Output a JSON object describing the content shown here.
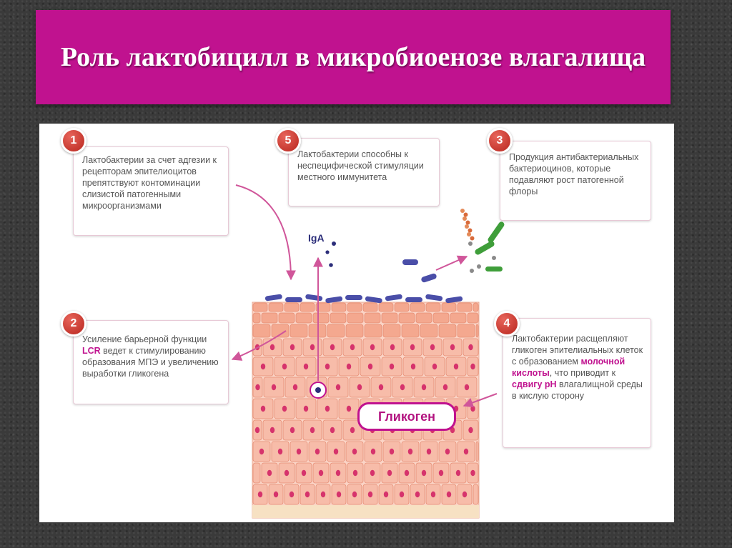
{
  "title": "Роль лактобицилл в микробиоенозе влагалища",
  "cards": [
    {
      "num": "1",
      "text": "Лактобактерии за счет адгезии к рецепторам эпителиоцитов препятствуют контоминации слизистой патогенными микроорганизмами"
    },
    {
      "num": "5",
      "text": "Лактобактерии способны к неспецифической стимуляции местного иммунитета"
    },
    {
      "num": "3",
      "text": "Продукция антибактериальных бактериоцинов, которые подавляют рост патогенной флоры"
    },
    {
      "num": "2",
      "text_a": "Усиление барьерной функции ",
      "hl": "LCR",
      "text_b": " ведет к стимулированию образования МПЭ и увеличению выработки гликогена"
    },
    {
      "num": "4",
      "text_a": "Лактобактерии расщепляют гликоген эпителиальных клеток с образованием ",
      "hl_a": "молочной кислоты",
      "text_b": ", что приводит к ",
      "hl_b": "сдвигу pH",
      "text_c": " влагалищной среды в кислую сторону"
    }
  ],
  "labels": {
    "iga": "IgA",
    "glycogen": "Гликоген"
  },
  "colors": {
    "accent": "#c0128f",
    "badge": "#c9352b",
    "cell": "#f6b39c",
    "bacteria": "#4a4ea8",
    "pathogen_green": "#3f9e3a",
    "pathogen_red": "#d96a3a"
  }
}
